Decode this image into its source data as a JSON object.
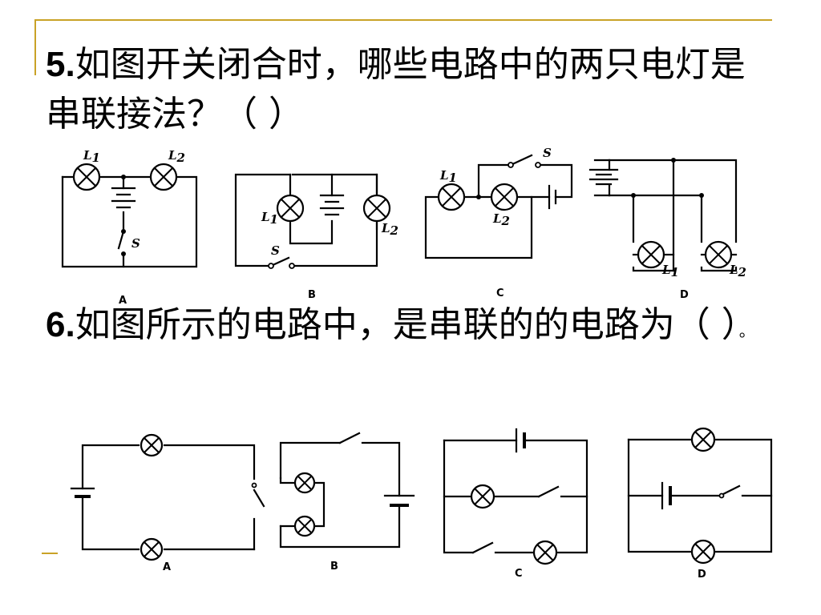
{
  "q5": {
    "number": "5.",
    "text": "如图开关闭合时，哪些电路中的两只电灯是串联接法？（   ）"
  },
  "q6": {
    "number": "6.",
    "text": "如图所示的电路中，是串联的的电路为（      ）",
    "tail": "。"
  },
  "q5_figures": {
    "A": {
      "caption": "A",
      "l1": "L",
      "l1_sub": "1",
      "l2": "L",
      "l2_sub": "2",
      "switch": "S"
    },
    "B": {
      "caption": "B",
      "l1": "L",
      "l1_sub": "1",
      "l2": "L",
      "l2_sub": "2",
      "switch": "S"
    },
    "C": {
      "caption": "C",
      "l1": "L",
      "l1_sub": "1",
      "l2": "L",
      "l2_sub": "2",
      "switch": "S"
    },
    "D": {
      "caption": "D",
      "l1": "L",
      "l1_sub": "1",
      "l2": "L",
      "l2_sub": "2"
    }
  },
  "q6_figures": {
    "A": {
      "caption": "A"
    },
    "B": {
      "caption": "B"
    },
    "C": {
      "caption": "C"
    },
    "D": {
      "caption": "D"
    }
  }
}
